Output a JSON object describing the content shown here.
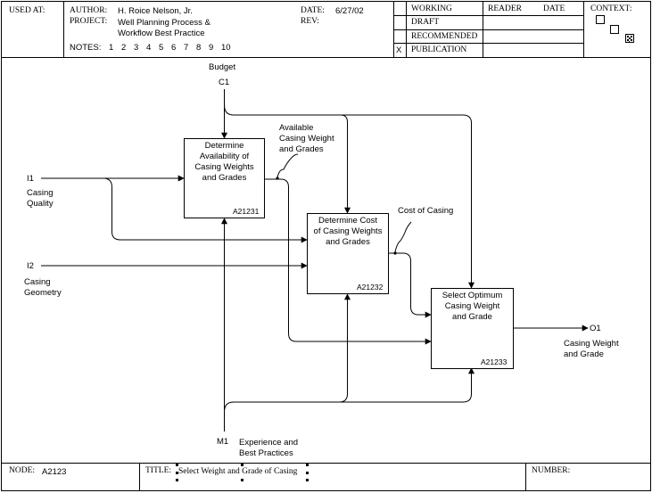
{
  "header": {
    "used_at_label": "USED AT:",
    "author_label": "AUTHOR:",
    "author": "H. Roice Nelson, Jr.",
    "project_label": "PROJECT:",
    "project_line1": "Well Planning Process &",
    "project_line2": "Workflow Best Practice",
    "notes_label": "NOTES:",
    "notes": [
      "1",
      "2",
      "3",
      "4",
      "5",
      "6",
      "7",
      "8",
      "9",
      "10"
    ],
    "date_label": "DATE:",
    "date": "6/27/02",
    "rev_label": "REV:",
    "status": [
      "WORKING",
      "DRAFT",
      "RECOMMENDED",
      "PUBLICATION"
    ],
    "status_checked": "X",
    "reader_label": "READER",
    "reader_date_label": "DATE",
    "context_label": "CONTEXT:"
  },
  "diagram": {
    "boxes": [
      {
        "line1": "Determine",
        "line2": "Availability of",
        "line3": "Casing Weights",
        "line4": "and Grades",
        "code": "A21231"
      },
      {
        "line1": "Determine Cost",
        "line2": "of Casing Weights",
        "line3": "and Grades",
        "code": "A21232"
      },
      {
        "line1": "Select Optimum",
        "line2": "Casing Weight",
        "line3": "and Grade",
        "code": "A21233"
      }
    ],
    "control": {
      "id": "C1",
      "label": "Budget"
    },
    "inputs": [
      {
        "id": "I1",
        "line1": "Casing",
        "line2": "Quality"
      },
      {
        "id": "I2",
        "line1": "Casing",
        "line2": "Geometry"
      }
    ],
    "output": {
      "id": "O1",
      "line1": "Casing Weight",
      "line2": "and Grade"
    },
    "mechanism": {
      "id": "M1",
      "line1": "Experience and",
      "line2": "Best Practices"
    },
    "labels": {
      "available_line1": "Available",
      "available_line2": "Casing Weight",
      "available_line3": "and Grades",
      "cost": "Cost of Casing"
    }
  },
  "footer": {
    "node_label": "NODE:",
    "node": "A2123",
    "title_label": "TITLE:",
    "title": "Select Weight and Grade of Casing",
    "number_label": "NUMBER:"
  }
}
